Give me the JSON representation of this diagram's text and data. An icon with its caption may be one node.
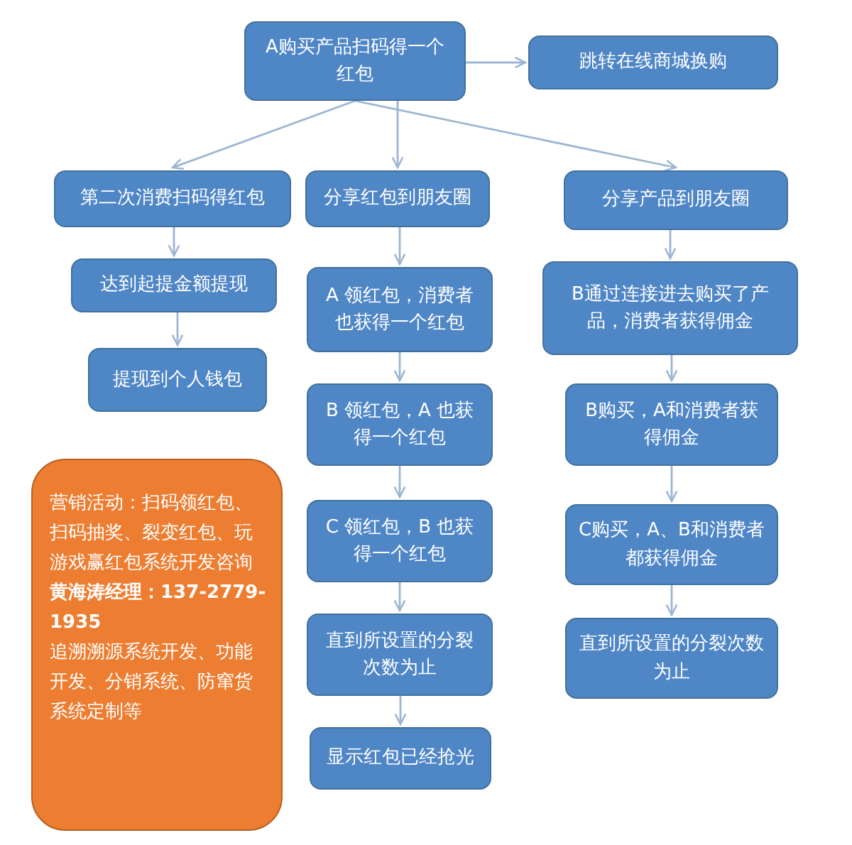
{
  "diagram": {
    "nodes": [
      {
        "text": [
          "A购买产品扫码得一个红包"
        ]
      },
      {
        "text": [
          "跳转在线商城换购"
        ]
      },
      {
        "text": [
          "第二次消费扫码得红包"
        ]
      },
      {
        "text": [
          "分享红包到朋友圈"
        ]
      },
      {
        "text": [
          "分享产品到朋友圈"
        ]
      },
      {
        "text": [
          "达到起提金额提现"
        ]
      },
      {
        "text": [
          "提现到个人钱包"
        ]
      },
      {
        "text": [
          "A 领红包，消费者也获得一个红包"
        ]
      },
      {
        "text": [
          "B 领红包，A 也获得一个红包"
        ]
      },
      {
        "text": [
          "C 领红包，B 也获得一个红包"
        ]
      },
      {
        "text": [
          "直到所设置的分裂次数为止"
        ]
      },
      {
        "text": [
          "显示红包已经抢光"
        ]
      },
      {
        "text": [
          "B通过连接进去购买了产品，消费者获得佣金"
        ]
      },
      {
        "text": [
          "B购买，A和消费者获得佣金"
        ]
      },
      {
        "text": [
          "C购买，A、B和消费者都获得佣金"
        ]
      },
      {
        "text": [
          "直到所设置的分裂次数为止"
        ]
      },
      {
        "text": [
          "营销活动：扫码领红包、扫码抽奖、裂变红包、玩游戏赢红包系统开发咨询**黄海涛经理：137-2779-1935**",
          "追溯溯源系统开发、功能开发、分销系统、防窜货系统定制等"
        ]
      }
    ],
    "edges": [
      {
        "from": 0,
        "to": 1,
        "arrow": "to"
      },
      {
        "from": 0,
        "to": 2,
        "arrow": "to"
      },
      {
        "from": 0,
        "to": 3,
        "arrow": "to"
      },
      {
        "from": 0,
        "to": 4,
        "arrow": "to"
      },
      {
        "from": 2,
        "to": 5,
        "arrow": "to"
      },
      {
        "from": 5,
        "to": 6,
        "arrow": "to"
      },
      {
        "from": 3,
        "to": 7,
        "arrow": "to"
      },
      {
        "from": 7,
        "to": 8,
        "arrow": "to"
      },
      {
        "from": 8,
        "to": 9,
        "arrow": "to"
      },
      {
        "from": 9,
        "to": 10,
        "arrow": "to"
      },
      {
        "from": 10,
        "to": 11,
        "arrow": "to"
      },
      {
        "from": 4,
        "to": 12,
        "arrow": "to"
      },
      {
        "from": 12,
        "to": 13,
        "arrow": "to"
      },
      {
        "from": 13,
        "to": 14,
        "arrow": "to"
      },
      {
        "from": 14,
        "to": 15,
        "arrow": "to"
      }
    ]
  }
}
